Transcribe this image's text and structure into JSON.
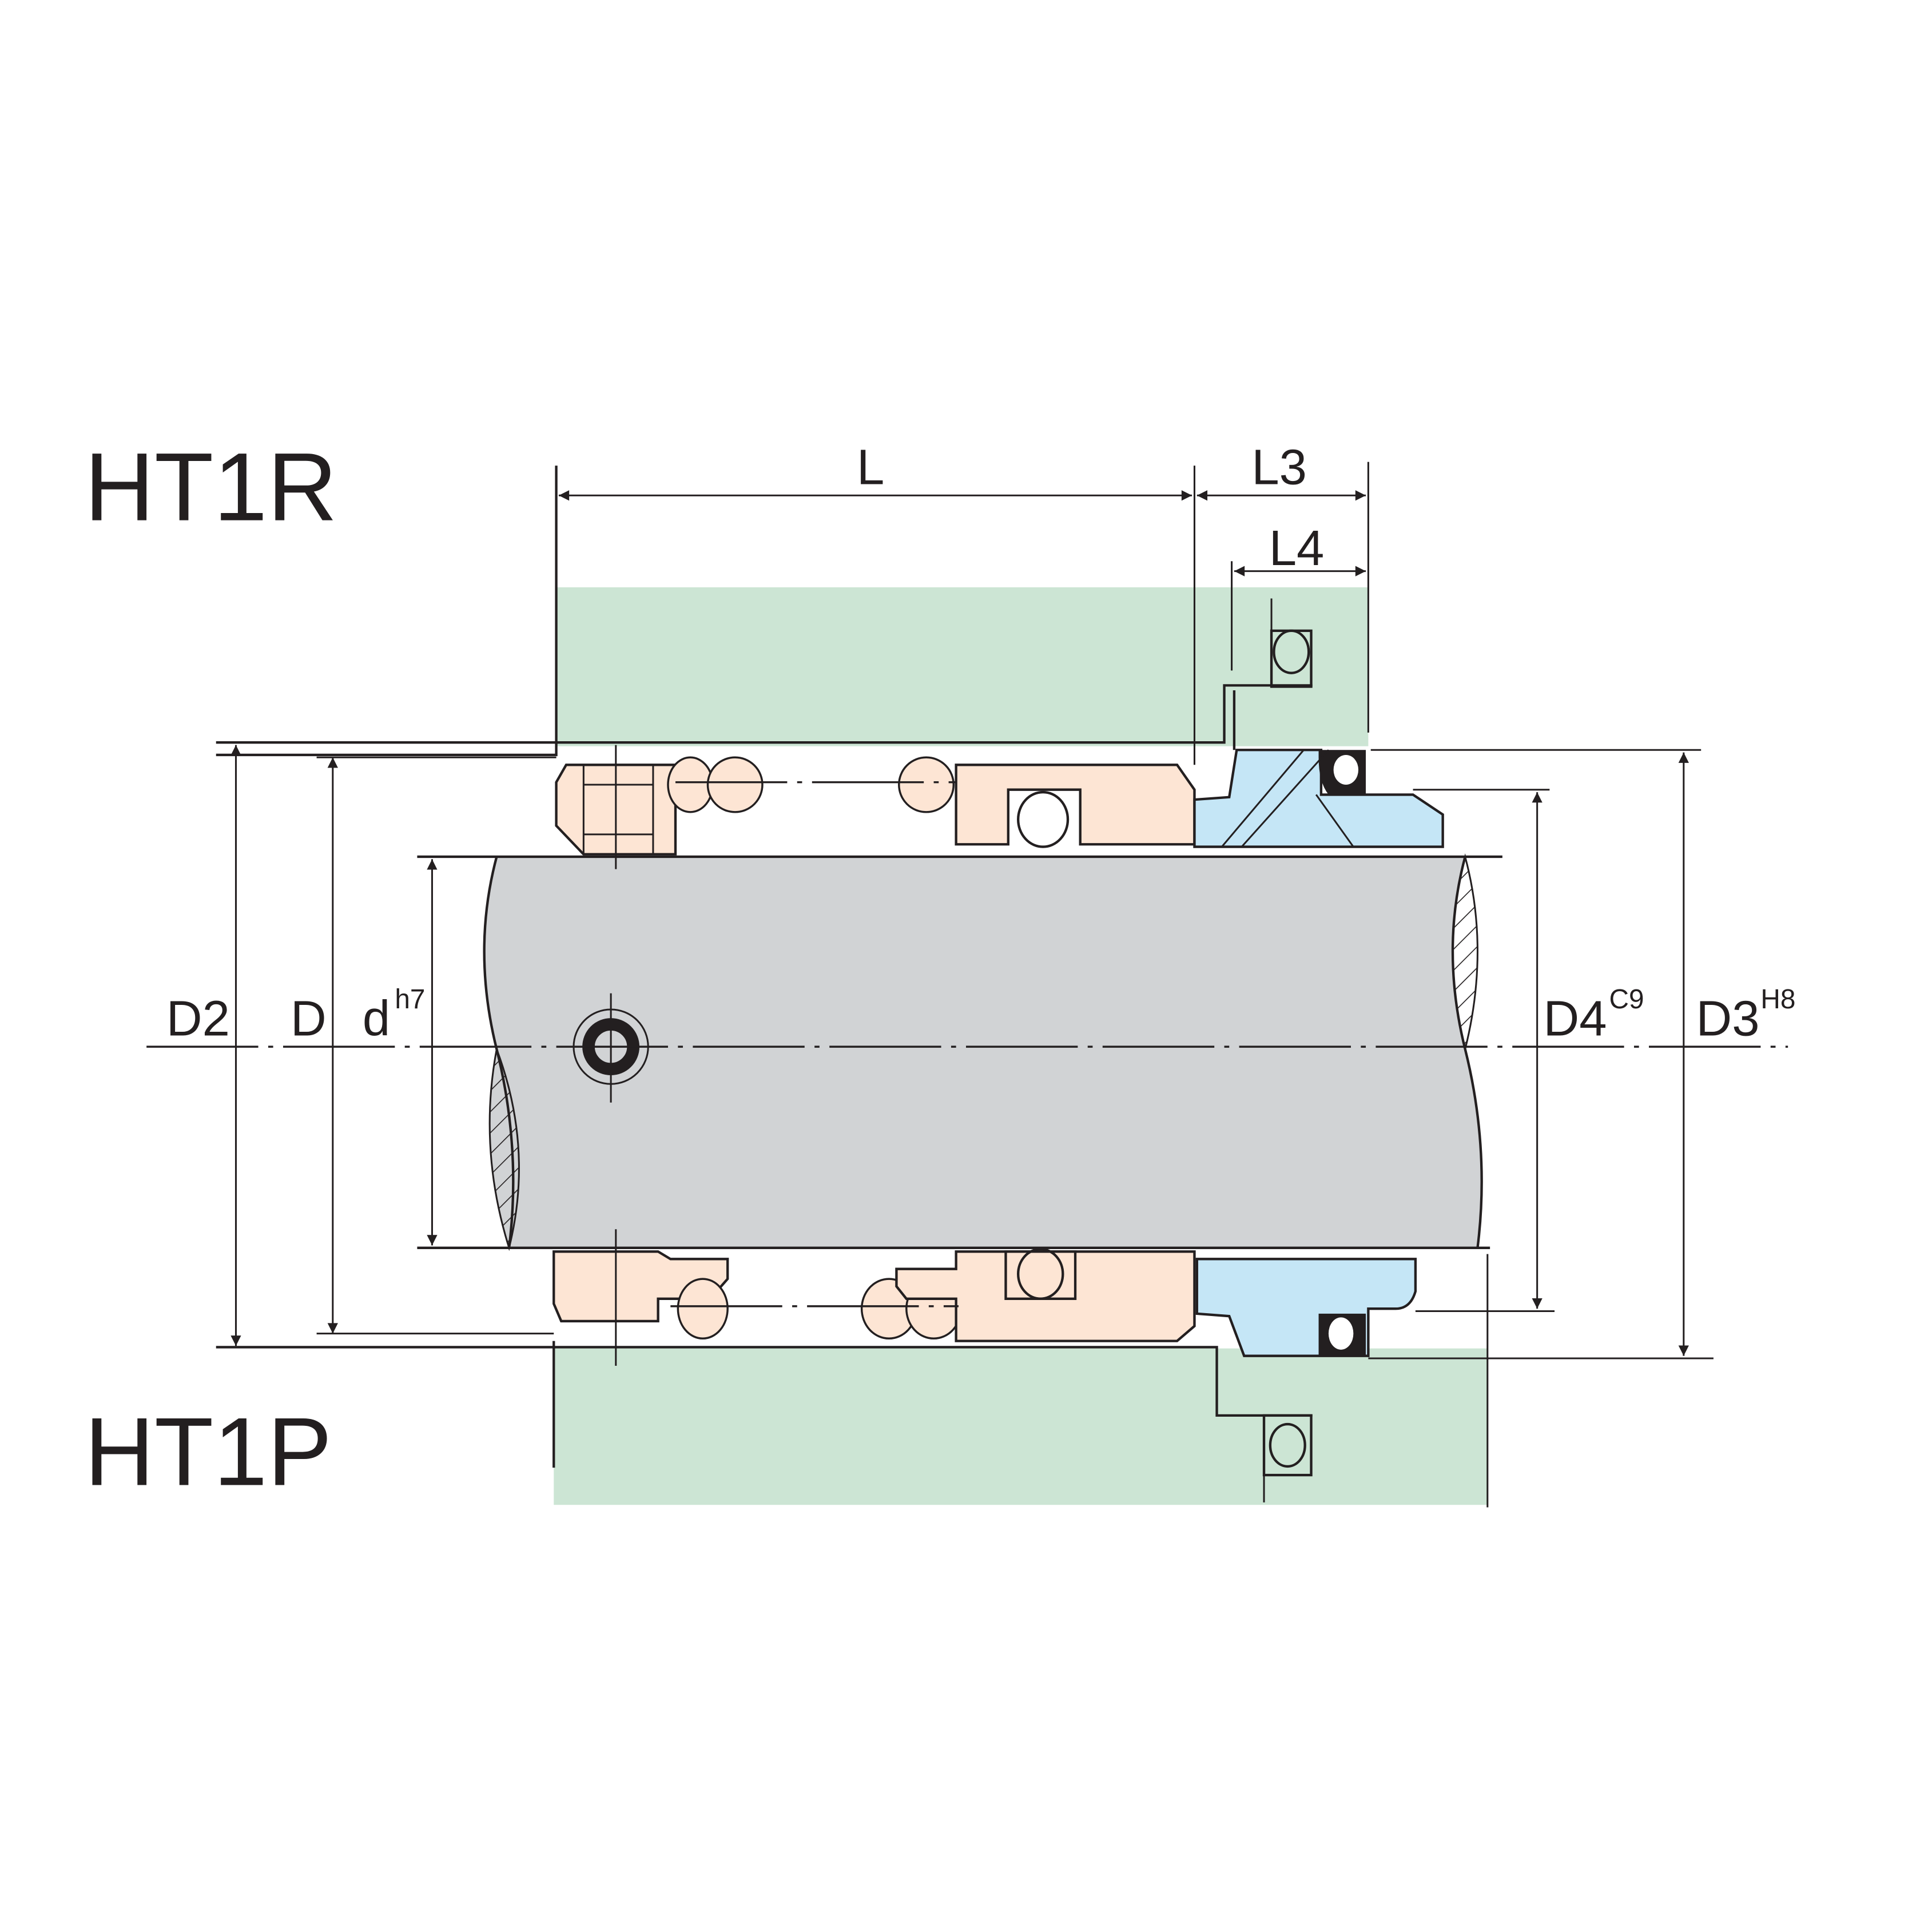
{
  "drawing": {
    "title_top": "HT1R",
    "title_bottom": "HT1P",
    "dimensions": {
      "L": "L",
      "L3": "L3",
      "L4": "L4",
      "D2": "D2",
      "D": "D",
      "d": "d",
      "d_tol": "h7",
      "D4": "D4",
      "D4_tol": "C9",
      "D3": "D3",
      "D3_tol": "H8"
    },
    "colors": {
      "housing": "#cce5d4",
      "rotating_unit": "#fde5d4",
      "stationary_seat": "#c5e6f6",
      "shaft": "#d1d3d5",
      "line": "#231f20"
    }
  }
}
